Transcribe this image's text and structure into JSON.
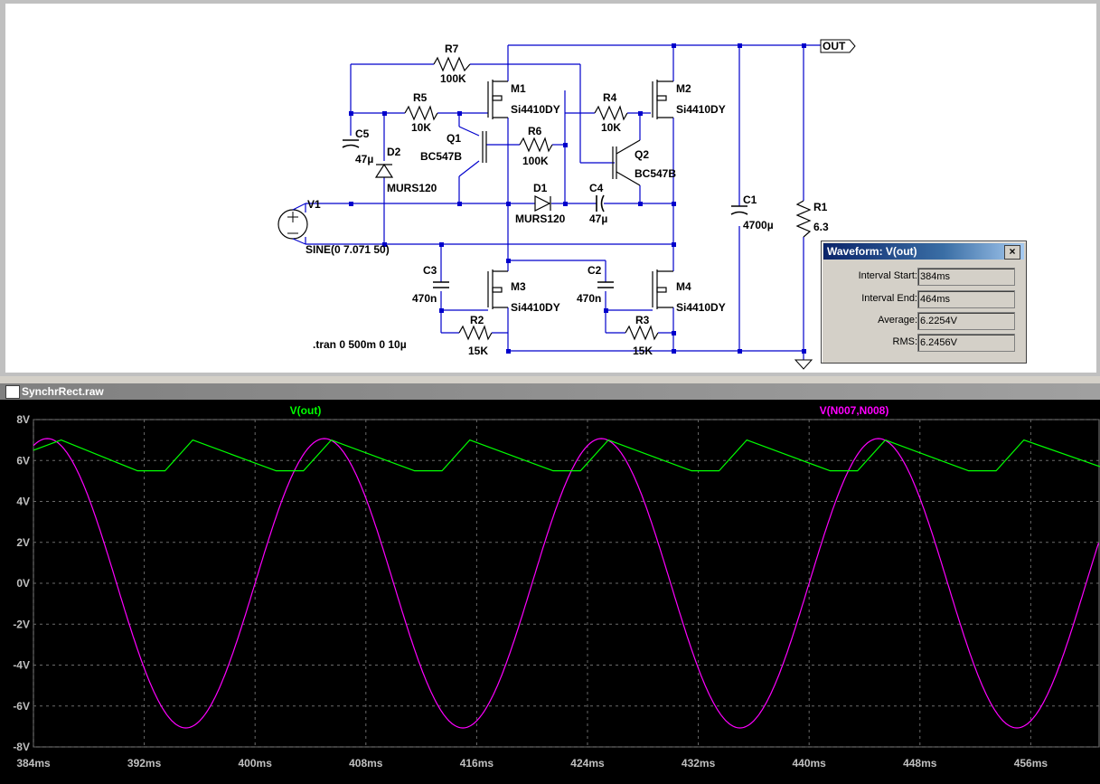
{
  "schematic": {
    "labels": {
      "R7": "R7",
      "R7v": "100K",
      "M1": "M1",
      "M1v": "Si4410DY",
      "R5": "R5",
      "R5v": "10K",
      "C5": "C5",
      "C5v": "47µ",
      "D2": "D2",
      "D2v": "MURS120",
      "Q1": "Q1",
      "Q1v": "BC547B",
      "R6": "R6",
      "R6v": "100K",
      "R4": "R4",
      "R4v": "10K",
      "M2": "M2",
      "M2v": "Si4410DY",
      "Q2": "Q2",
      "Q2v": "BC547B",
      "D1": "D1",
      "D1v": "MURS120",
      "C4": "C4",
      "C4v": "47µ",
      "C1": "C1",
      "C1v": "4700µ",
      "R1": "R1",
      "R1v": "6.3",
      "V1": "V1",
      "V1v": "SINE(0 7.071 50)",
      "C3": "C3",
      "C3v": "470n",
      "C2": "C2",
      "C2v": "470n",
      "M3": "M3",
      "M3v": "Si4410DY",
      "M4": "M4",
      "M4v": "Si4410DY",
      "R2": "R2",
      "R2v": "15K",
      "R3": "R3",
      "R3v": "15K",
      "OUT": "OUT",
      "tran": ".tran 0 500m 0 10µ"
    }
  },
  "waveform_window": {
    "title": "SynchrRect.raw"
  },
  "dialog": {
    "title": "Waveform: V(out)",
    "close": "×",
    "rows": [
      {
        "label": "Interval Start:",
        "value": "384ms"
      },
      {
        "label": "Interval End:",
        "value": "464ms"
      },
      {
        "label": "Average:",
        "value": "6.2254V"
      },
      {
        "label": "RMS:",
        "value": "6.2456V"
      }
    ]
  },
  "chart_data": {
    "type": "line",
    "x_unit": "ms",
    "xlim": [
      384,
      461
    ],
    "ylim": [
      -8,
      8
    ],
    "x_ticks": [
      "384ms",
      "392ms",
      "400ms",
      "408ms",
      "416ms",
      "424ms",
      "432ms",
      "440ms",
      "448ms",
      "456ms"
    ],
    "y_ticks": [
      "8V",
      "6V",
      "4V",
      "2V",
      "0V",
      "-2V",
      "-4V",
      "-6V",
      "-8V"
    ],
    "grid": true,
    "series": [
      {
        "name": "V(out)",
        "color": "#00ff00",
        "description_x": [
          384,
          386,
          391.5,
          393.5,
          395.5,
          401.5,
          403.5,
          405.5,
          411.5,
          413.5,
          415.5,
          421.5,
          423.5,
          425.5,
          431.5,
          433.5,
          435.5,
          441.5,
          443.5,
          445.5,
          451.5,
          453.5,
          455.5,
          461
        ],
        "y": [
          6.5,
          7.0,
          5.5,
          5.5,
          7.0,
          5.5,
          5.5,
          7.0,
          5.5,
          5.5,
          7.0,
          5.5,
          5.5,
          7.0,
          5.5,
          5.5,
          7.0,
          5.5,
          5.5,
          7.0,
          5.5,
          5.5,
          7.0,
          5.7
        ]
      },
      {
        "name": "V(N007,N008)",
        "color": "#ff00ff",
        "amplitude": 7.071,
        "frequency_hz": 50,
        "peak_at_ms": 385
      }
    ]
  }
}
